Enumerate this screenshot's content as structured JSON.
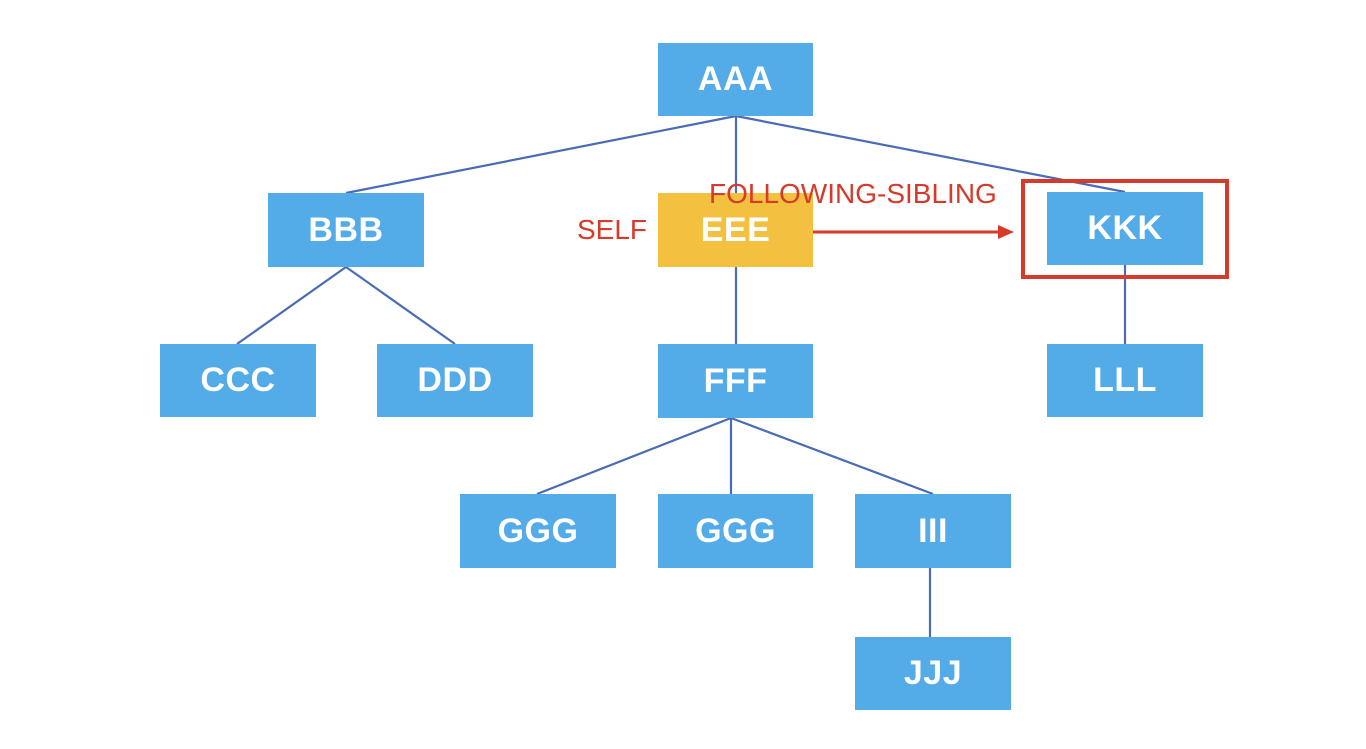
{
  "colors": {
    "node_fill": "#53abe8",
    "self_fill": "#f4c03f",
    "edge": "#4a6bb5",
    "annotation": "#d63a2a",
    "background": "#ffffff"
  },
  "nodes": {
    "aaa": "AAA",
    "bbb": "BBB",
    "ccc": "CCC",
    "ddd": "DDD",
    "eee": "EEE",
    "fff": "FFF",
    "ggg1": "GGG",
    "ggg2": "GGG",
    "iii": "III",
    "jjj": "JJJ",
    "kkk": "KKK",
    "lll": "LLL"
  },
  "annotations": {
    "self_label": "SELF",
    "following_sibling_label": "FOLLOWING-SIBLING"
  }
}
